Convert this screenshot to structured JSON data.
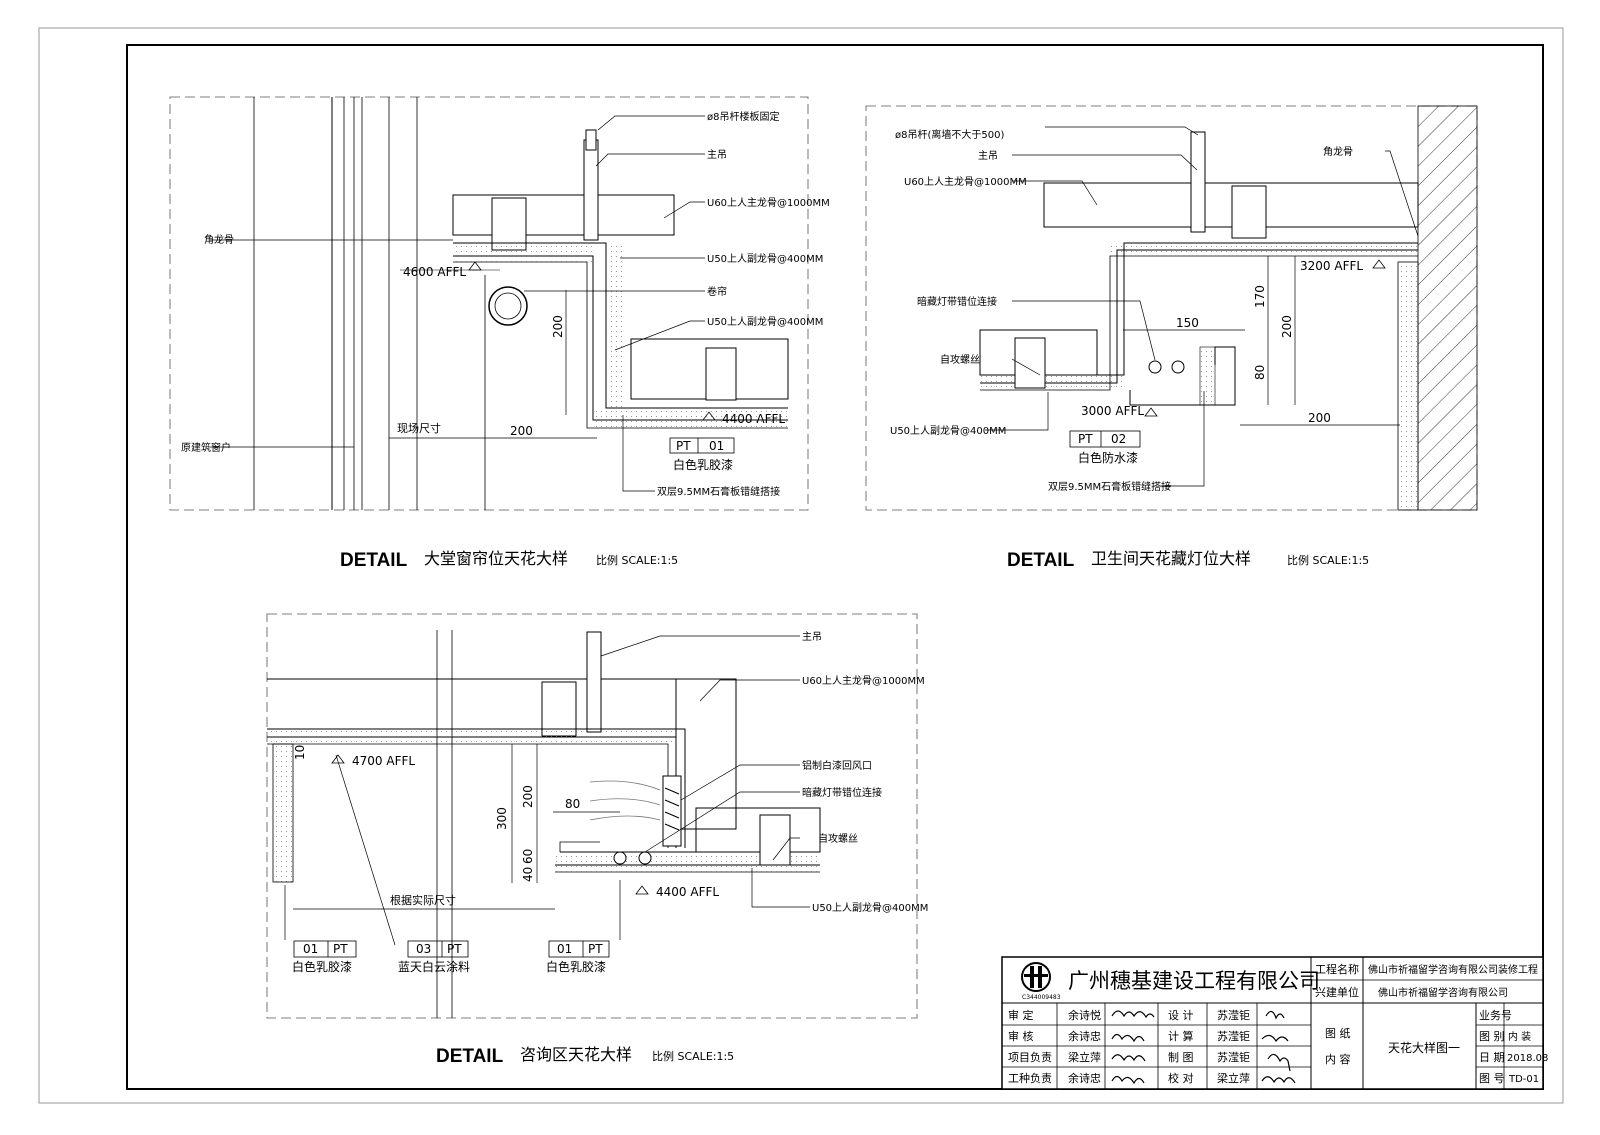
{
  "detail1": {
    "title_en": "DETAIL",
    "title_cn": "大堂窗帘位天花大样",
    "scale": "比例 SCALE:1:5",
    "labels": {
      "rod": "ø8吊杆楼板固定",
      "main_hanger": "主吊",
      "u60": "U60上人主龙骨@1000MM",
      "u50_top": "U50上人副龙骨@400MM",
      "curtain": "卷帘",
      "u50_bottom": "U50上人副龙骨@400MM",
      "angle": "角龙骨",
      "window": "原建筑窗户",
      "site": "现场尺寸",
      "gypsum": "双层9.5MM石膏板错缝搭接",
      "paint": "白色乳胶漆"
    },
    "level_top": "4600 AFFL",
    "level_bottom": "4400 AFFL",
    "dim_v": "200",
    "dim_h": "200",
    "tag": {
      "a": "PT",
      "b": "01"
    }
  },
  "detail2": {
    "title_en": "DETAIL",
    "title_cn": "卫生间天花藏灯位大样",
    "scale": "比例 SCALE:1:5",
    "labels": {
      "rod": "ø8吊杆(离墙不大于500)",
      "main_hanger": "主吊",
      "u60": "U60上人主龙骨@1000MM",
      "angle": "角龙骨",
      "led": "暗藏灯带错位连接",
      "screw": "自攻螺丝",
      "u50": "U50上人副龙骨@400MM",
      "gypsum": "双层9.5MM石膏板错缝搭接",
      "paint": "白色防水漆"
    },
    "level_top": "3200 AFFL",
    "level_bottom": "3000 AFFL",
    "dim_150": "150",
    "dim_170": "170",
    "dim_200v": "200",
    "dim_80": "80",
    "dim_200h": "200",
    "tag": {
      "a": "PT",
      "b": "02"
    }
  },
  "detail3": {
    "title_en": "DETAIL",
    "title_cn": "咨询区天花大样",
    "scale": "比例 SCALE:1:5",
    "labels": {
      "main_hanger": "主吊",
      "u60": "U60上人主龙骨@1000MM",
      "vent": "铝制白漆回风口",
      "led": "暗藏灯带错位连接",
      "screw": "自攻螺丝",
      "u50": "U50上人副龙骨@400MM",
      "actual": "根据实际尺寸",
      "paint1": "白色乳胶漆",
      "paint2": "蓝天白云涂料",
      "paint3": "白色乳胶漆"
    },
    "level_top": "4700 AFFL",
    "level_bottom": "4400 AFFL",
    "dim_300": "300",
    "dim_200": "200",
    "dim_80": "80",
    "dim_40": "40",
    "dim_60": "60",
    "dim_10": "10",
    "tags": [
      {
        "a": "01",
        "b": "PT"
      },
      {
        "a": "03",
        "b": "PT"
      },
      {
        "a": "01",
        "b": "PT"
      }
    ]
  },
  "titleblock": {
    "company": "广州穗基建设工程有限公司",
    "logo_code": "C344009483",
    "project_label": "工程名称",
    "project_value": "佛山市祈福留学咨询有限公司装修工程",
    "client_label": "兴建单位",
    "client_value": "佛山市祈福留学咨询有限公司",
    "rows": [
      {
        "r1": "审    定",
        "p1": "余诗悦",
        "r2": "设  计",
        "p2": "苏滢钜"
      },
      {
        "r1": "审    核",
        "p1": "余诗忠",
        "r2": "计  算",
        "p2": "苏滢钜"
      },
      {
        "r1": "项目负责",
        "p1": "梁立萍",
        "r2": "制  图",
        "p2": "苏滢钜"
      },
      {
        "r1": "工种负责",
        "p1": "余诗忠",
        "r2": "校  对",
        "p2": "梁立萍"
      }
    ],
    "content_label1": "图  纸",
    "content_label2": "内  容",
    "content_value": "天花大样图一",
    "meta": [
      {
        "k": "业务号",
        "v": ""
      },
      {
        "k": "图  别",
        "v": "内 装"
      },
      {
        "k": "日  期",
        "v": "2018.08"
      },
      {
        "k": "图  号",
        "v": "TD-01"
      }
    ]
  }
}
